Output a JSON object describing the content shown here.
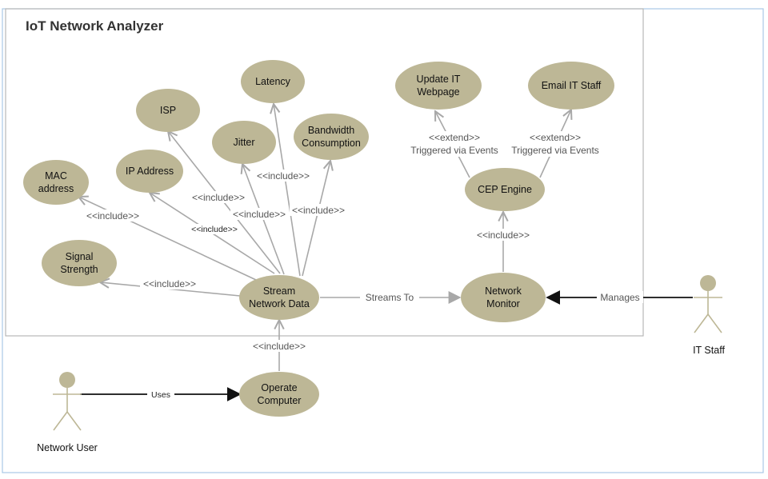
{
  "title": "IoT Network Analyzer",
  "colors": {
    "usecase_fill": "#bdb796",
    "line": "#a8a8a8",
    "dark_line": "#111111",
    "frame": "#b8b8b8",
    "outer_frame": "#a9c8e6"
  },
  "use_cases": {
    "latency": [
      "Latency"
    ],
    "isp": [
      "ISP"
    ],
    "jitter": [
      "Jitter"
    ],
    "bandwidth": [
      "Bandwidth",
      "Consumption"
    ],
    "ip_address": [
      "IP Address"
    ],
    "mac_address": [
      "MAC",
      "address"
    ],
    "signal_strength": [
      "Signal",
      "Strength"
    ],
    "stream": [
      "Stream",
      "Network Data"
    ],
    "network_monitor": [
      "Network",
      "Monitor"
    ],
    "cep_engine": [
      "CEP Engine"
    ],
    "update_webpage": [
      "Update IT",
      "Webpage"
    ],
    "email_staff": [
      "Email IT Staff"
    ],
    "operate_computer": [
      "Operate",
      "Computer"
    ]
  },
  "labels": {
    "include": "<<include>>",
    "extend": "<<extend>>",
    "triggered": "Triggered via Events",
    "streams_to": "Streams To",
    "manages": "Manages",
    "uses": "Uses"
  },
  "actors": {
    "it_staff": "IT Staff",
    "network_user": "Network User"
  }
}
